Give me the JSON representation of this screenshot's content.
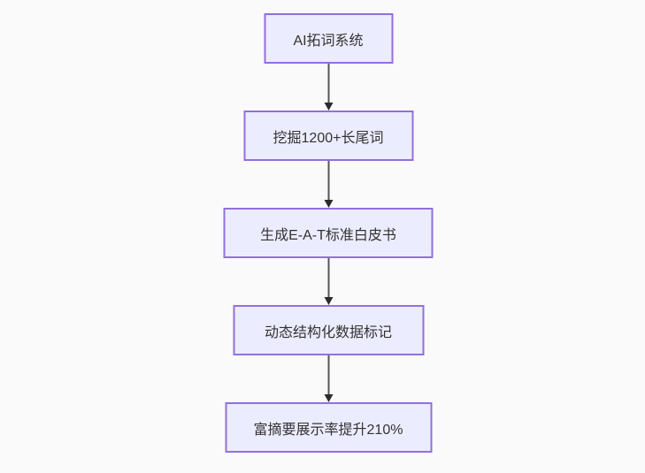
{
  "diagram": {
    "type": "flowchart",
    "direction": "top-down",
    "colors": {
      "background": "#fafafa",
      "node_fill": "#ececff",
      "node_border": "#9370db",
      "node_text": "#333333",
      "arrow_shaft": "#555555",
      "arrow_head": "#2b2b2b"
    },
    "nodes": [
      {
        "id": "A",
        "label": "AI拓词系统"
      },
      {
        "id": "B",
        "label": "挖掘1200+长尾词"
      },
      {
        "id": "C",
        "label": "生成E-A-T标准白皮书"
      },
      {
        "id": "D",
        "label": "动态结构化数据标记"
      },
      {
        "id": "E",
        "label": "富摘要展示率提升210%"
      }
    ],
    "edges": [
      {
        "from": "A",
        "to": "B"
      },
      {
        "from": "B",
        "to": "C"
      },
      {
        "from": "C",
        "to": "D"
      },
      {
        "from": "D",
        "to": "E"
      }
    ]
  }
}
